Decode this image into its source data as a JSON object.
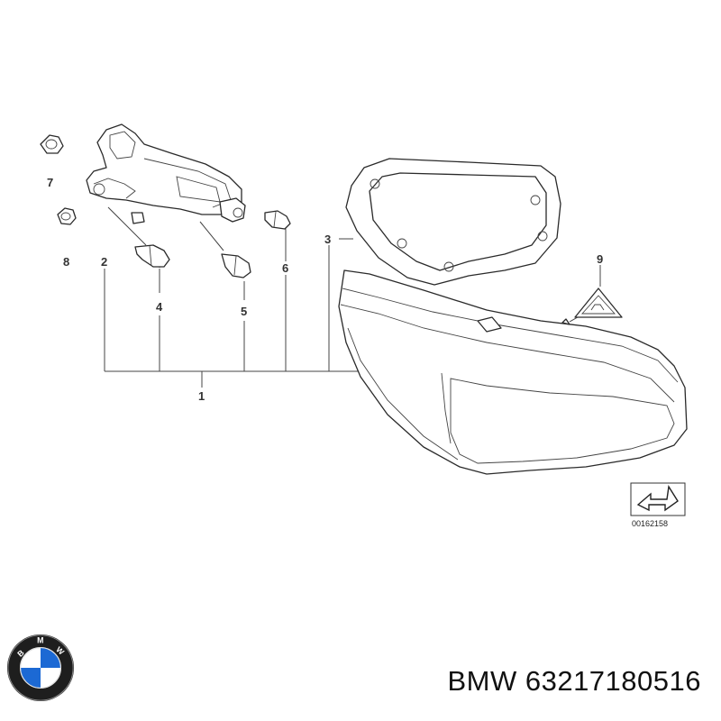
{
  "callouts": {
    "c1": "1",
    "c2": "2",
    "c3": "3",
    "c4": "4",
    "c5": "5",
    "c6": "6",
    "c7": "7",
    "c8": "8",
    "c9": "9"
  },
  "reference_code": "00162158",
  "logo": {
    "icon": "bmw-roundel-icon",
    "letters": [
      "B",
      "M",
      "W"
    ],
    "colors": {
      "blue": "#1c69d4",
      "ring": "#111111"
    }
  },
  "caption": {
    "brand": "BMW",
    "part_number": "63217180516"
  }
}
